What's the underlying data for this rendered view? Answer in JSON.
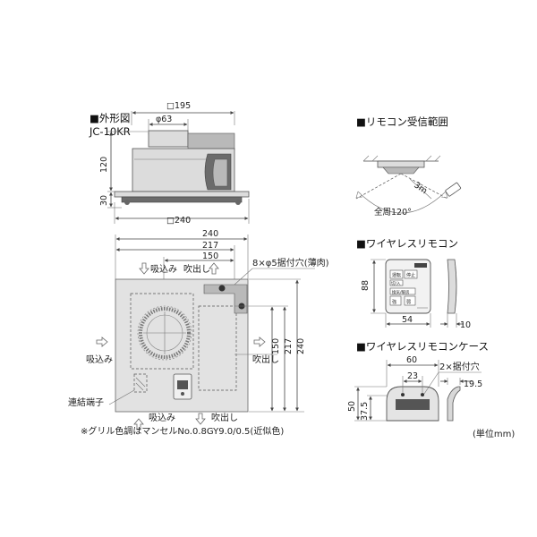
{
  "colors": {
    "panel": "#e2e2e2",
    "outline": "#555555",
    "dark": "#6b6b6b"
  },
  "outline": {
    "heading": "■外形図",
    "model": "JC-10KR",
    "side_view": {
      "width": "□195",
      "duct": "φ63",
      "height": "120",
      "flange": "30",
      "grille": "□240"
    },
    "top_dims": {
      "overall": "240",
      "d217": "217",
      "d150": "150"
    },
    "right_dims": {
      "d150": "150",
      "d217": "217",
      "d240": "240"
    },
    "holes": "8×φ5据付穴(薄肉)",
    "intake_top": "吸込み",
    "exhaust_top": "吹出し",
    "intake_left": "吸込み",
    "exhaust_right": "吹出し",
    "connector": "連結端子",
    "intake_bottom": "吸込み",
    "exhaust_bottom": "吹出し"
  },
  "remote_range": {
    "heading": "■リモコン受信範囲",
    "distance": "3m",
    "angle": "全周120°"
  },
  "remote": {
    "heading": "■ワイヤレスリモコン",
    "height": "88",
    "width": "54",
    "depth": "10",
    "button_labels": [
      "運転",
      "停止",
      "切/入",
      "換気/暖房",
      "強",
      "弱"
    ]
  },
  "case": {
    "heading": "■ワイヤレスリモコンケース",
    "width": "60",
    "inner": "23",
    "holes": "2×据付穴",
    "depth": "19.5",
    "height": "50",
    "inner_h": "37.5"
  },
  "footnote": "※グリル色調はマンセルNo.0.8GY9.0/0.5(近似色)",
  "unit": "(単位mm)"
}
